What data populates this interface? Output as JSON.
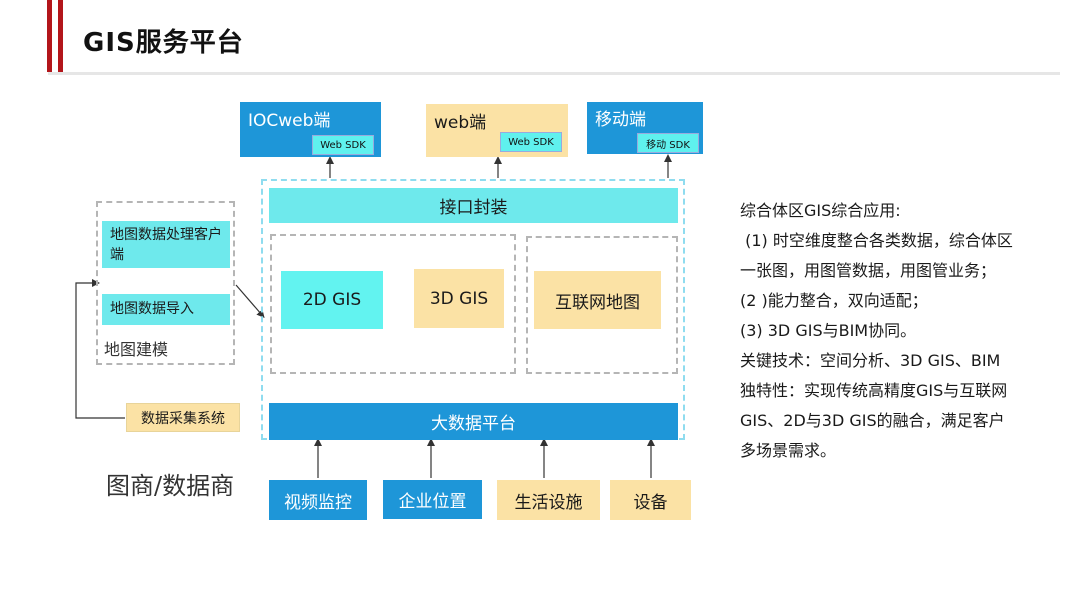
{
  "page": {
    "title": "GIS服务平台"
  },
  "clients": [
    {
      "label": "IOCweb端",
      "sdk": "Web SDK"
    },
    {
      "label": "web端",
      "sdk": "Web SDK"
    },
    {
      "label": "移动端",
      "sdk": "移动 SDK"
    }
  ],
  "platform": {
    "interface": "接口封装",
    "gis_2d": "2D GIS",
    "gis_3d": "3D GIS",
    "internet_map": "互联网地图",
    "big_data": "大数据平台"
  },
  "modeling": {
    "client": "地图数据处理客户端",
    "import": "地图数据导入",
    "caption": "地图建模",
    "collection": "数据采集系统"
  },
  "sources": {
    "caption": "图商/数据商",
    "items": [
      "视频监控",
      "企业位置",
      "生活设施",
      "设备"
    ]
  },
  "description": {
    "heading": "综合体区GIS综合应用:",
    "lines": [
      " (1) 时空维度整合各类数据，综合体区",
      "一张图，用图管数据，用图管业务；",
      "(2 )能力整合，双向适配；",
      "(3) 3D GIS与BIM协同。",
      "关键技术：空间分析、3D GIS、BIM",
      "独特性：实现传统高精度GIS与互联网",
      "GIS、2D与3D GIS的融合，满足客户",
      "多场景需求。"
    ]
  }
}
